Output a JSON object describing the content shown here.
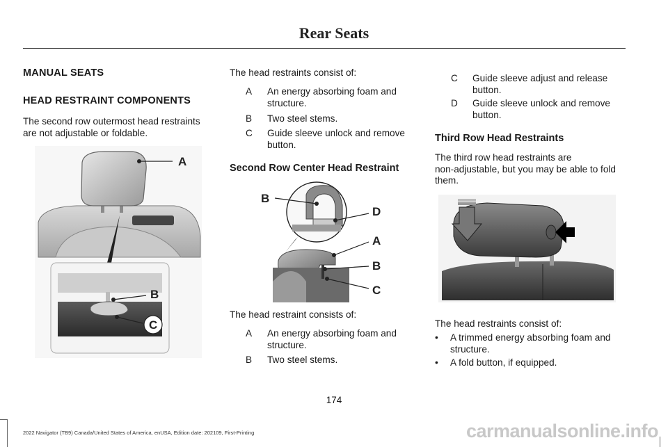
{
  "header": {
    "title": "Rear Seats"
  },
  "left": {
    "heading1": "MANUAL SEATS",
    "heading2": "HEAD RESTRAINT COMPONENTS",
    "paragraph": [
      "The second row outermost head restraints",
      "are not adjustable or foldable."
    ],
    "figure_labels": [
      "A",
      "B",
      "C"
    ]
  },
  "middle": {
    "intro": "The head restraints consist of:",
    "items": [
      {
        "key": "A",
        "lines": [
          "An energy absorbing foam and",
          "structure."
        ]
      },
      {
        "key": "B",
        "lines": [
          "Two steel stems."
        ]
      },
      {
        "key": "C",
        "lines": [
          "Guide sleeve unlock and remove",
          "button."
        ]
      }
    ],
    "subheading": "Second Row Center Head Restraint",
    "figure_labels": [
      "B",
      "D",
      "A",
      "B",
      "C"
    ],
    "intro2": "The head restraint consists of:",
    "items2": [
      {
        "key": "A",
        "lines": [
          "An energy absorbing foam and",
          "structure."
        ]
      },
      {
        "key": "B",
        "lines": [
          "Two steel stems."
        ]
      }
    ]
  },
  "right": {
    "items": [
      {
        "key": "C",
        "lines": [
          "Guide sleeve adjust and release",
          "button."
        ]
      },
      {
        "key": "D",
        "lines": [
          "Guide sleeve unlock and remove",
          "button."
        ]
      }
    ],
    "subheading": "Third Row Head Restraints",
    "paragraph": [
      "The third row head restraints are",
      "non-adjustable, but you may be able to fold",
      "them."
    ],
    "intro": "The head restraints consist of:",
    "bullets": [
      {
        "lines": [
          "A trimmed energy absorbing foam and",
          "structure."
        ]
      },
      {
        "lines": [
          "A fold button, if equipped."
        ]
      }
    ],
    "bullet_char": "•"
  },
  "footer": {
    "page_number": "174",
    "edition": "2022 Navigator (TB9) Canada/United States of America, enUSA, Edition date: 202109, First-Printing",
    "watermark": "carmanualsonline.info"
  }
}
